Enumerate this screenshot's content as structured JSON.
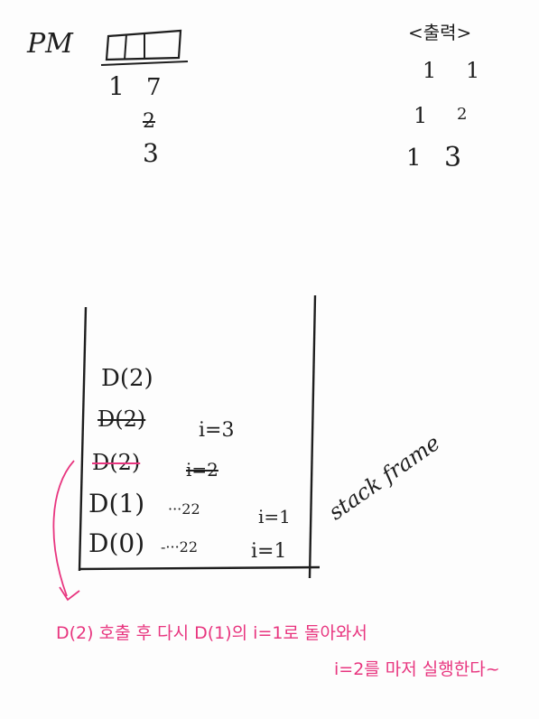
{
  "top": {
    "label": "PM",
    "row1": [
      "1",
      "7"
    ],
    "row2": "2",
    "row3": "3"
  },
  "output": {
    "title": "<출력>",
    "lines": [
      [
        "1",
        "1"
      ],
      [
        "1",
        "2"
      ],
      [
        "1",
        "3"
      ]
    ]
  },
  "stack": {
    "label": "stack frame",
    "frames": [
      {
        "call": "D(2)",
        "var": "",
        "status": "active"
      },
      {
        "call": "D(2)",
        "var": "i=3",
        "status": "struck"
      },
      {
        "call": "D(2)",
        "var": "i=2",
        "status": "struck-pink"
      },
      {
        "call": "D(1)",
        "dots": "···22",
        "var": "i=1",
        "status": "active"
      },
      {
        "call": "D(0)",
        "dots": "-···22",
        "var": "i=1",
        "status": "active"
      }
    ]
  },
  "note": {
    "line1": "D(2) 호출 후 다시 D(1)의 i=1로 돌아와서",
    "line2": "i=2를 마저 실행한다~",
    "color": "#e8357f"
  }
}
